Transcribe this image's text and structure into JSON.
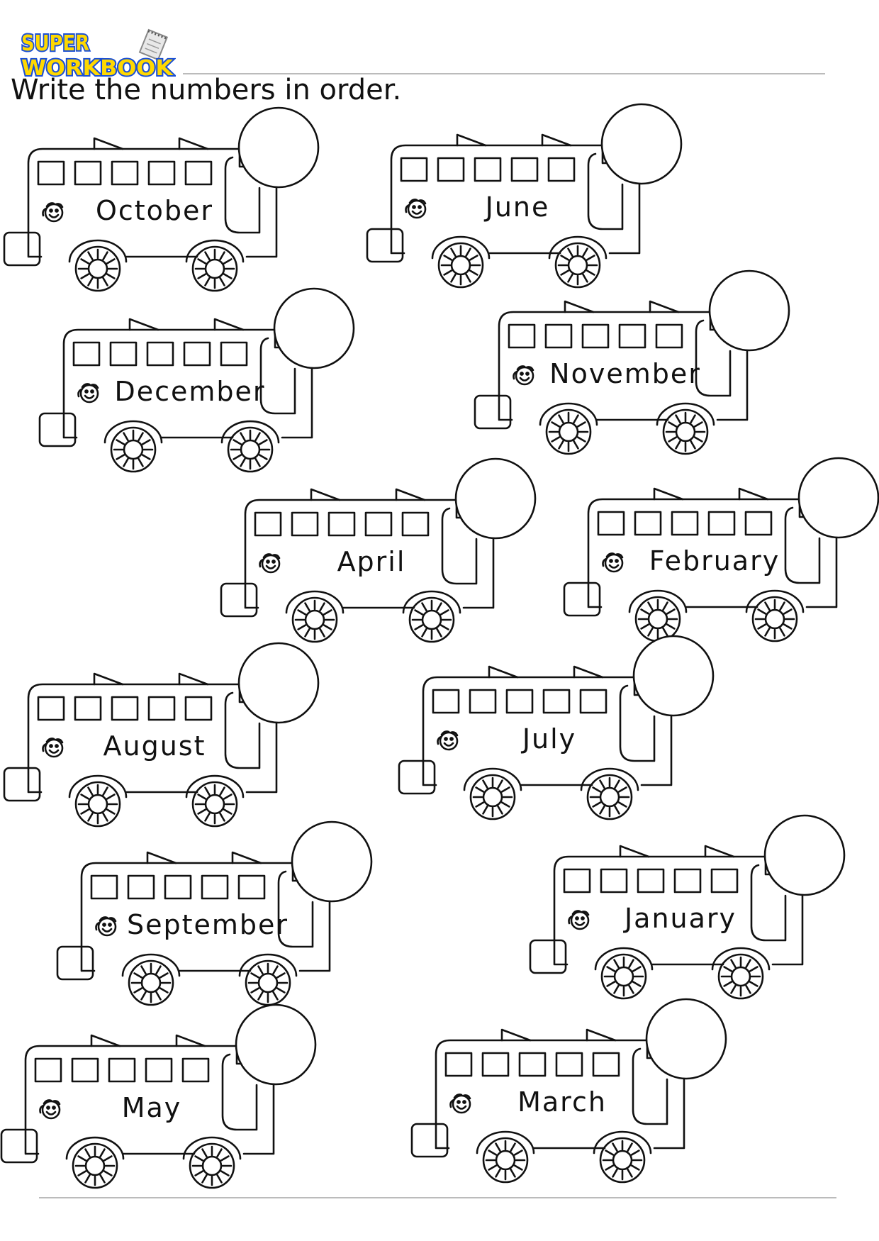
{
  "logo": {
    "line1": "SUPER",
    "line2": "WORKBOOK"
  },
  "instruction": "Write the numbers in order.",
  "colors": {
    "logo_fill": "#ffd800",
    "logo_outline": "#1a4fd6",
    "ink": "#111111",
    "rule": "#bbbbbb"
  },
  "buses": [
    {
      "month": "October"
    },
    {
      "month": "June"
    },
    {
      "month": "December"
    },
    {
      "month": "November"
    },
    {
      "month": "April"
    },
    {
      "month": "February"
    },
    {
      "month": "August"
    },
    {
      "month": "July"
    },
    {
      "month": "September"
    },
    {
      "month": "January"
    },
    {
      "month": "May"
    },
    {
      "month": "March"
    }
  ]
}
